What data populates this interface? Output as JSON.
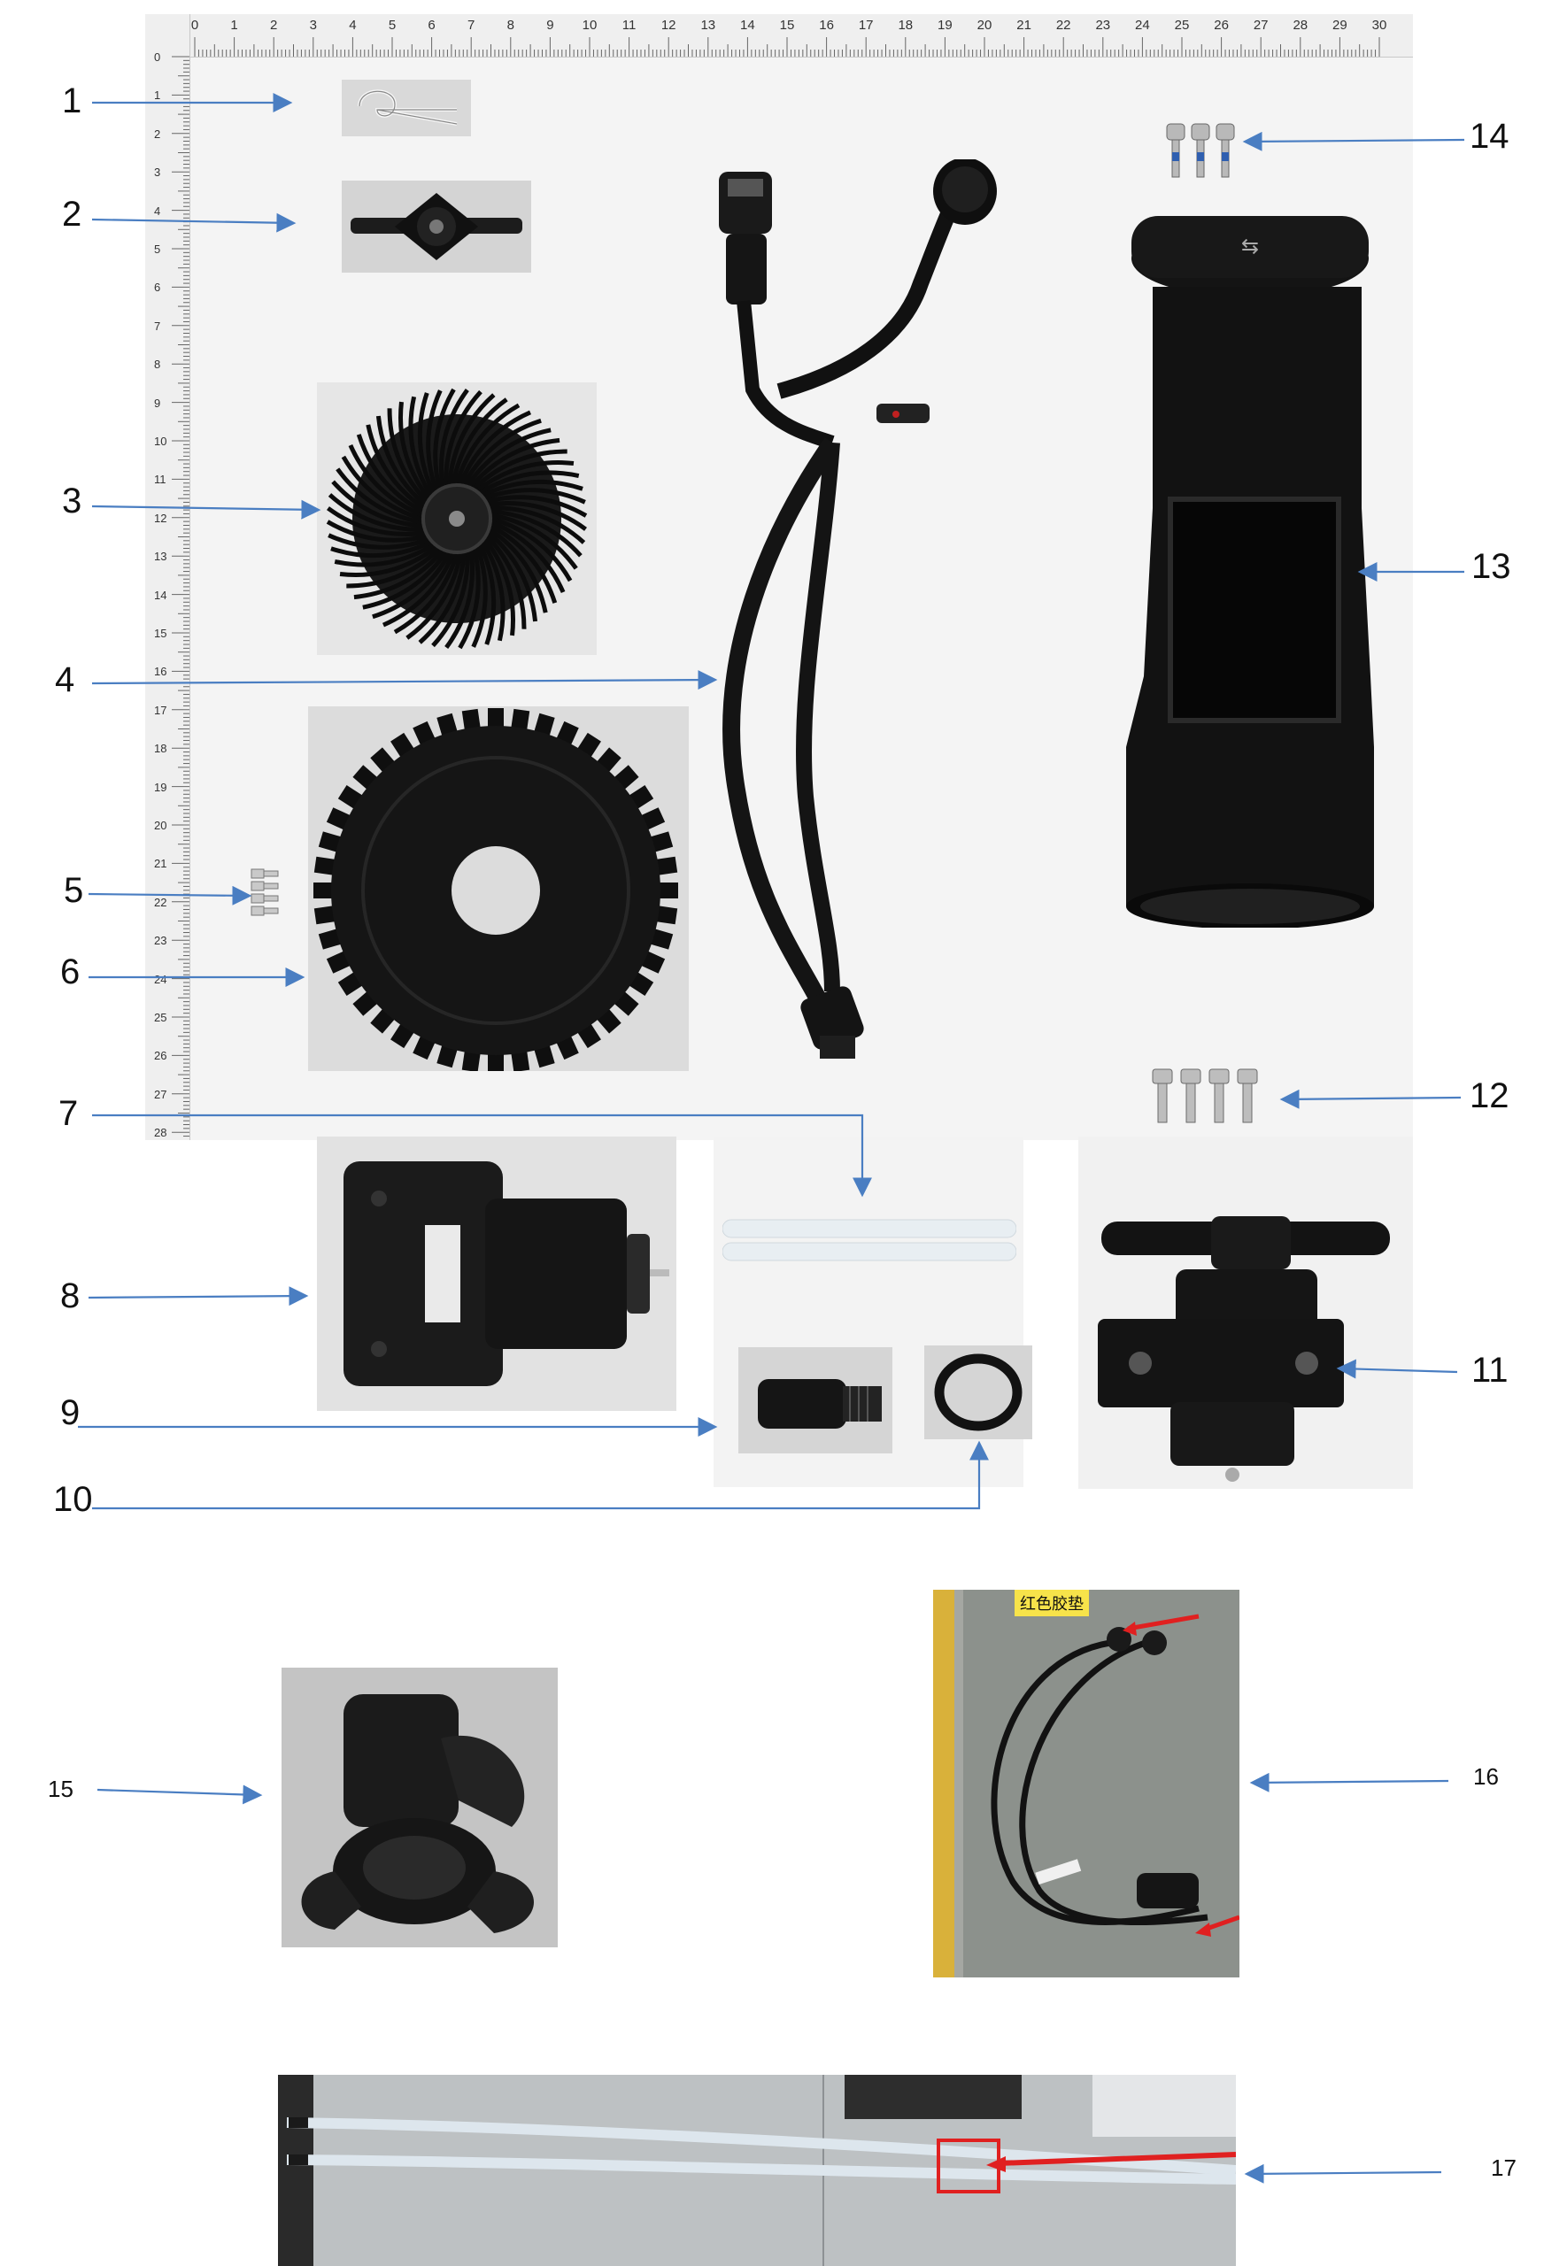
{
  "ruler": {
    "top_ticks": [
      "0",
      "1",
      "2",
      "3",
      "4",
      "5",
      "6",
      "7",
      "8",
      "9",
      "10",
      "11",
      "12",
      "13",
      "14",
      "15",
      "16",
      "17",
      "18",
      "19",
      "20",
      "21",
      "22",
      "23",
      "24",
      "25",
      "26",
      "27",
      "28",
      "29",
      "30"
    ],
    "left_ticks": [
      "0",
      "1",
      "2",
      "3",
      "4",
      "5",
      "6",
      "7",
      "8",
      "9",
      "10",
      "11",
      "12",
      "13",
      "14",
      "15",
      "16",
      "17",
      "18",
      "19",
      "20",
      "21",
      "22",
      "23",
      "24",
      "25",
      "26",
      "27",
      "28"
    ]
  },
  "callouts": [
    "1",
    "2",
    "3",
    "4",
    "5",
    "6",
    "7",
    "8",
    "9",
    "10",
    "11",
    "12",
    "13",
    "14",
    "15",
    "16",
    "17"
  ],
  "parts": [
    {
      "name": "hairpin-clip",
      "icon": "hairpin-clip-icon"
    },
    {
      "name": "hose-connector",
      "icon": "hose-connector-icon"
    },
    {
      "name": "impeller-fan",
      "icon": "impeller-fan-icon"
    },
    {
      "name": "wiring-harness",
      "icon": "wiring-harness-icon"
    },
    {
      "name": "small-screws",
      "icon": "screw-icon"
    },
    {
      "name": "gear-disc",
      "icon": "gear-disc-icon"
    },
    {
      "name": "clear-tube",
      "icon": "tube-icon"
    },
    {
      "name": "motor",
      "icon": "motor-icon"
    },
    {
      "name": "threaded-fitting",
      "icon": "fitting-icon"
    },
    {
      "name": "o-ring",
      "icon": "o-ring-icon"
    },
    {
      "name": "pump",
      "icon": "pump-icon"
    },
    {
      "name": "bolts",
      "icon": "bolt-icon"
    },
    {
      "name": "housing",
      "icon": "housing-icon"
    },
    {
      "name": "top-screws",
      "icon": "screw-icon"
    },
    {
      "name": "cap-connector",
      "icon": "cap-icon"
    },
    {
      "name": "cable-photo",
      "icon": "cable-icon"
    },
    {
      "name": "tube-photo",
      "icon": "tube-icon"
    }
  ],
  "photo16": {
    "label": "红色胶垫"
  },
  "colors": {
    "arrow": "#4a7ec2",
    "red": "#e02020",
    "part": "#151515",
    "board": "#f4f4f4",
    "floor": "#8c918c"
  }
}
